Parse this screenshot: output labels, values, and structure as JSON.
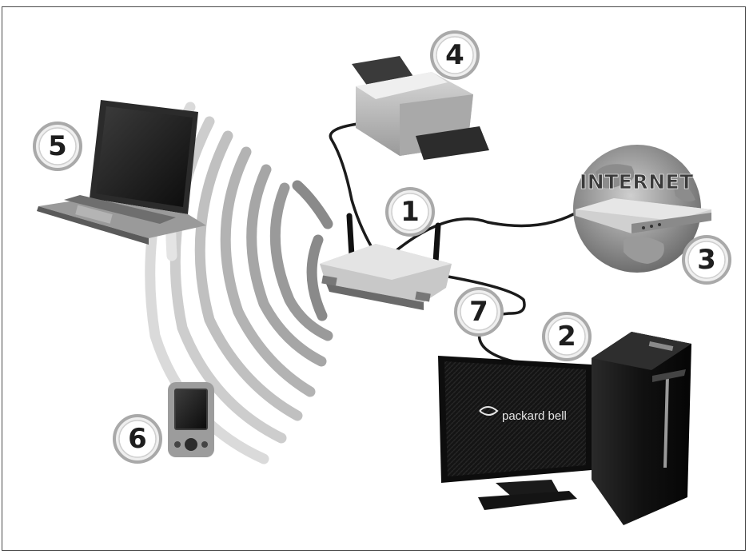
{
  "labels": {
    "router": "1",
    "desktop_pc": "2",
    "internet": "3",
    "printer": "4",
    "laptop": "5",
    "pda": "6",
    "cable": "7"
  },
  "internet_text": "INTERNET",
  "monitor_brand": "packard bell",
  "icons": [
    "laptop-icon",
    "printer-icon",
    "router-icon",
    "globe-icon",
    "modem-icon",
    "desktop-monitor-icon",
    "pc-tower-icon",
    "pda-icon",
    "wifi-waves"
  ]
}
